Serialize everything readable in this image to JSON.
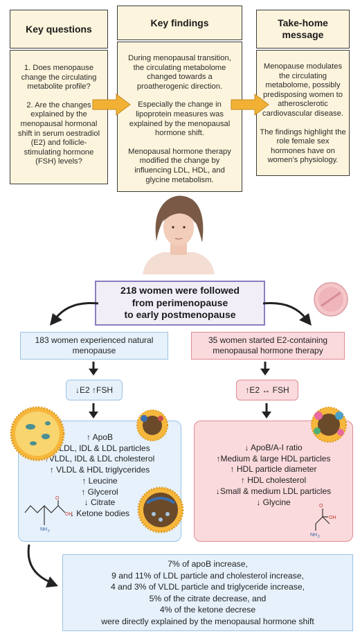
{
  "top": {
    "questions": {
      "title": "Key questions",
      "items": [
        "1. Does menopause change the circulating metabolite profile?",
        "2. Are the changes explained by the menopausal hormonal shift in serum oestradiol (E2) and follicle-stimulating hormone (FSH) levels?"
      ]
    },
    "findings": {
      "title": "Key findings",
      "items": [
        "During menopausal transition, the circulating metabolome changed towards a proatherogenic direction.",
        "Especially the change in lipoprotein measures was explained by the menopausal hormone shift.",
        "Menopausal hormone therapy modified the change by influencing LDL, HDL, and glycine metabolism."
      ]
    },
    "message": {
      "title": "Take-home message",
      "items": [
        "Menopause modulates the circulating metabolome, possibly predisposing women to atherosclerotic cardiovascular disease.",
        "The findings highlight the role female sex hormones have on women's physiology."
      ]
    }
  },
  "cohort": {
    "lines": [
      "218 women were followed",
      "from perimenopause",
      "to early postmenopause"
    ]
  },
  "natural": {
    "title": "183 women experienced natural menopause",
    "hormone": "↓E2 ↑FSH",
    "changes": [
      "↑ ApoB",
      "↑VLDL, IDL & LDL particles",
      "↑VLDL, IDL & LDL cholesterol",
      "↑ VLDL & HDL triglycerides",
      "↑ Leucine",
      "↑ Glycerol",
      "↓ Citrate",
      "↓ Ketone bodies"
    ]
  },
  "mht": {
    "title": "35 women started E2-containing menopausal hormone therapy",
    "hormone": "↑E2 ↔ FSH",
    "changes": [
      "↓ ApoB/A-I ratio",
      "↑Medium & large HDL particles",
      "↑ HDL particle diameter",
      "↑ HDL cholesterol",
      "↓Small & medium LDL particles",
      "↓ Glycine"
    ]
  },
  "molecules": {
    "leucine_labels": [
      "O",
      "OH",
      "NH",
      "2"
    ],
    "glycine_labels": [
      "O",
      "OH",
      "NH",
      "2"
    ]
  },
  "summary": {
    "lines": [
      "7% of apoB increase,",
      "9 and 11% of LDL particle and cholesterol increase,",
      "4 and 3% of VLDL particle and triglyceride increase,",
      "5% of the citrate decrease, and",
      "4% of the ketone decrese",
      "were directly explained by the menopausal hormone shift"
    ]
  },
  "colors": {
    "cream": "#fcf4dc",
    "orange_arrow": "#f2b134",
    "blue_fill": "#e6f1fb",
    "blue_border": "#9cc2e4",
    "pink_fill": "#fadadd",
    "pink_border": "#e08a93",
    "purple_border": "#8c7cbf"
  }
}
